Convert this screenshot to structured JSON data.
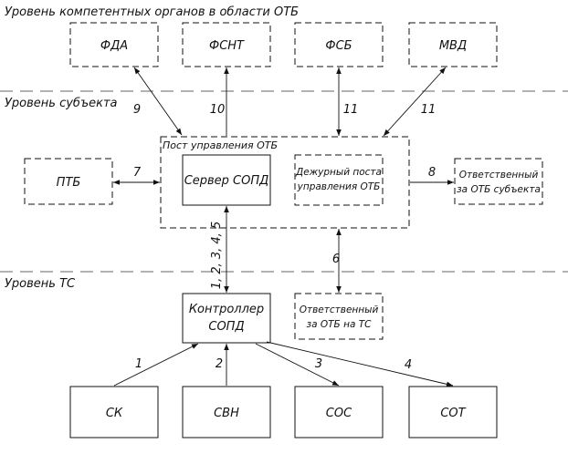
{
  "levels": {
    "competent": "Уровень компетентных органов в области ОТБ",
    "subject": "Уровень субъекта",
    "ts": "Уровень ТС"
  },
  "boxes": {
    "fda": "ФДА",
    "fsnt": "ФСНТ",
    "fsb": "ФСБ",
    "mvd": "МВД",
    "ptb": "ПТБ",
    "post_title": "Пост управления ОТБ",
    "server": "Сервер СОПД",
    "duty_line1": "Дежурный поста",
    "duty_line2": "управления ОТБ",
    "resp_subject_line1": "Ответственный",
    "resp_subject_line2": "за ОТБ субъекта",
    "controller_line1": "Контроллер",
    "controller_line2": "СОПД",
    "resp_ts_line1": "Ответственный",
    "resp_ts_line2": "за ОТБ на ТС",
    "sk": "СК",
    "svn": "СВН",
    "sos": "СОС",
    "sot": "СОТ"
  },
  "links": {
    "l9": "9",
    "l10": "10",
    "l11a": "11",
    "l11b": "11",
    "l7": "7",
    "l8": "8",
    "l1245": "1, 2, 3, 4, 5",
    "l6": "6",
    "l1": "1",
    "l2": "2",
    "l3": "3",
    "l4": "4"
  }
}
